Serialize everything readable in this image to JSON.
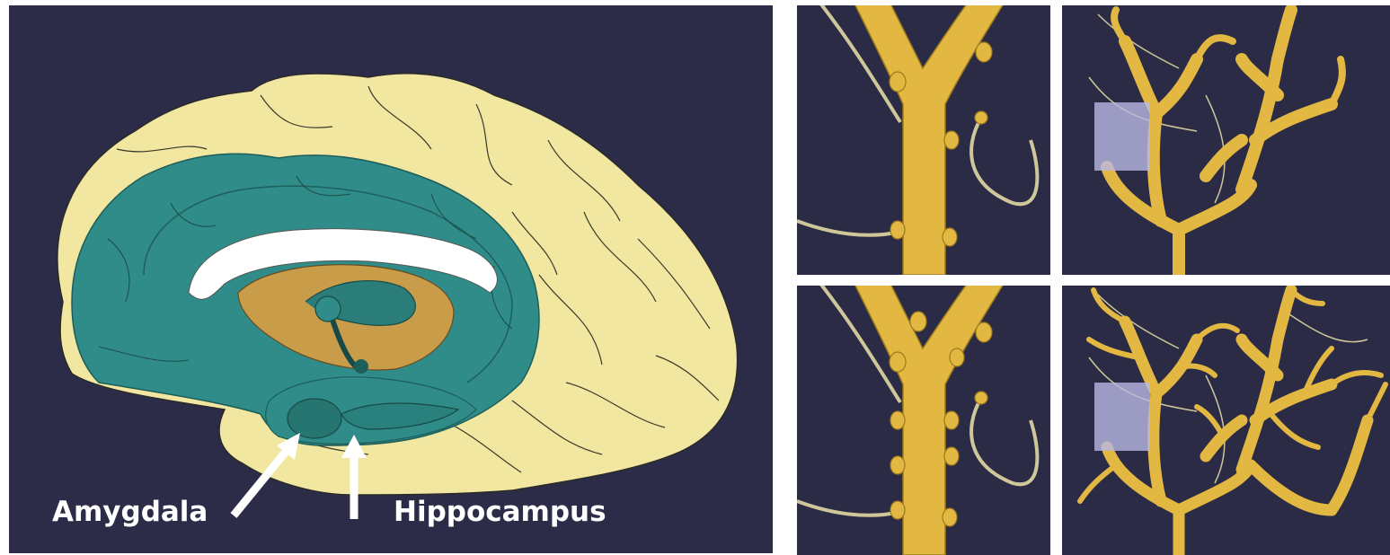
{
  "labels": {
    "amygdala": "Amygdala",
    "hippocampus": "Hippocampus"
  },
  "colors": {
    "background": "#2c2c48",
    "cortex": "#f1e7a1",
    "limbic": "#2f8c88",
    "dendrite": "#e2b842",
    "axon": "#cfc79a",
    "highlight_box": "#b9b8e4",
    "arrow": "#ffffff"
  },
  "panels": [
    {
      "id": "brain",
      "content": "medial-brain-view"
    },
    {
      "id": "dendrite-top-left",
      "content": "dendrite-spines-fewer"
    },
    {
      "id": "dendrite-top-right",
      "content": "dendritic-tree-sparse"
    },
    {
      "id": "dendrite-bottom-left",
      "content": "dendrite-spines-more"
    },
    {
      "id": "dendrite-bottom-right",
      "content": "dendritic-tree-dense"
    }
  ]
}
